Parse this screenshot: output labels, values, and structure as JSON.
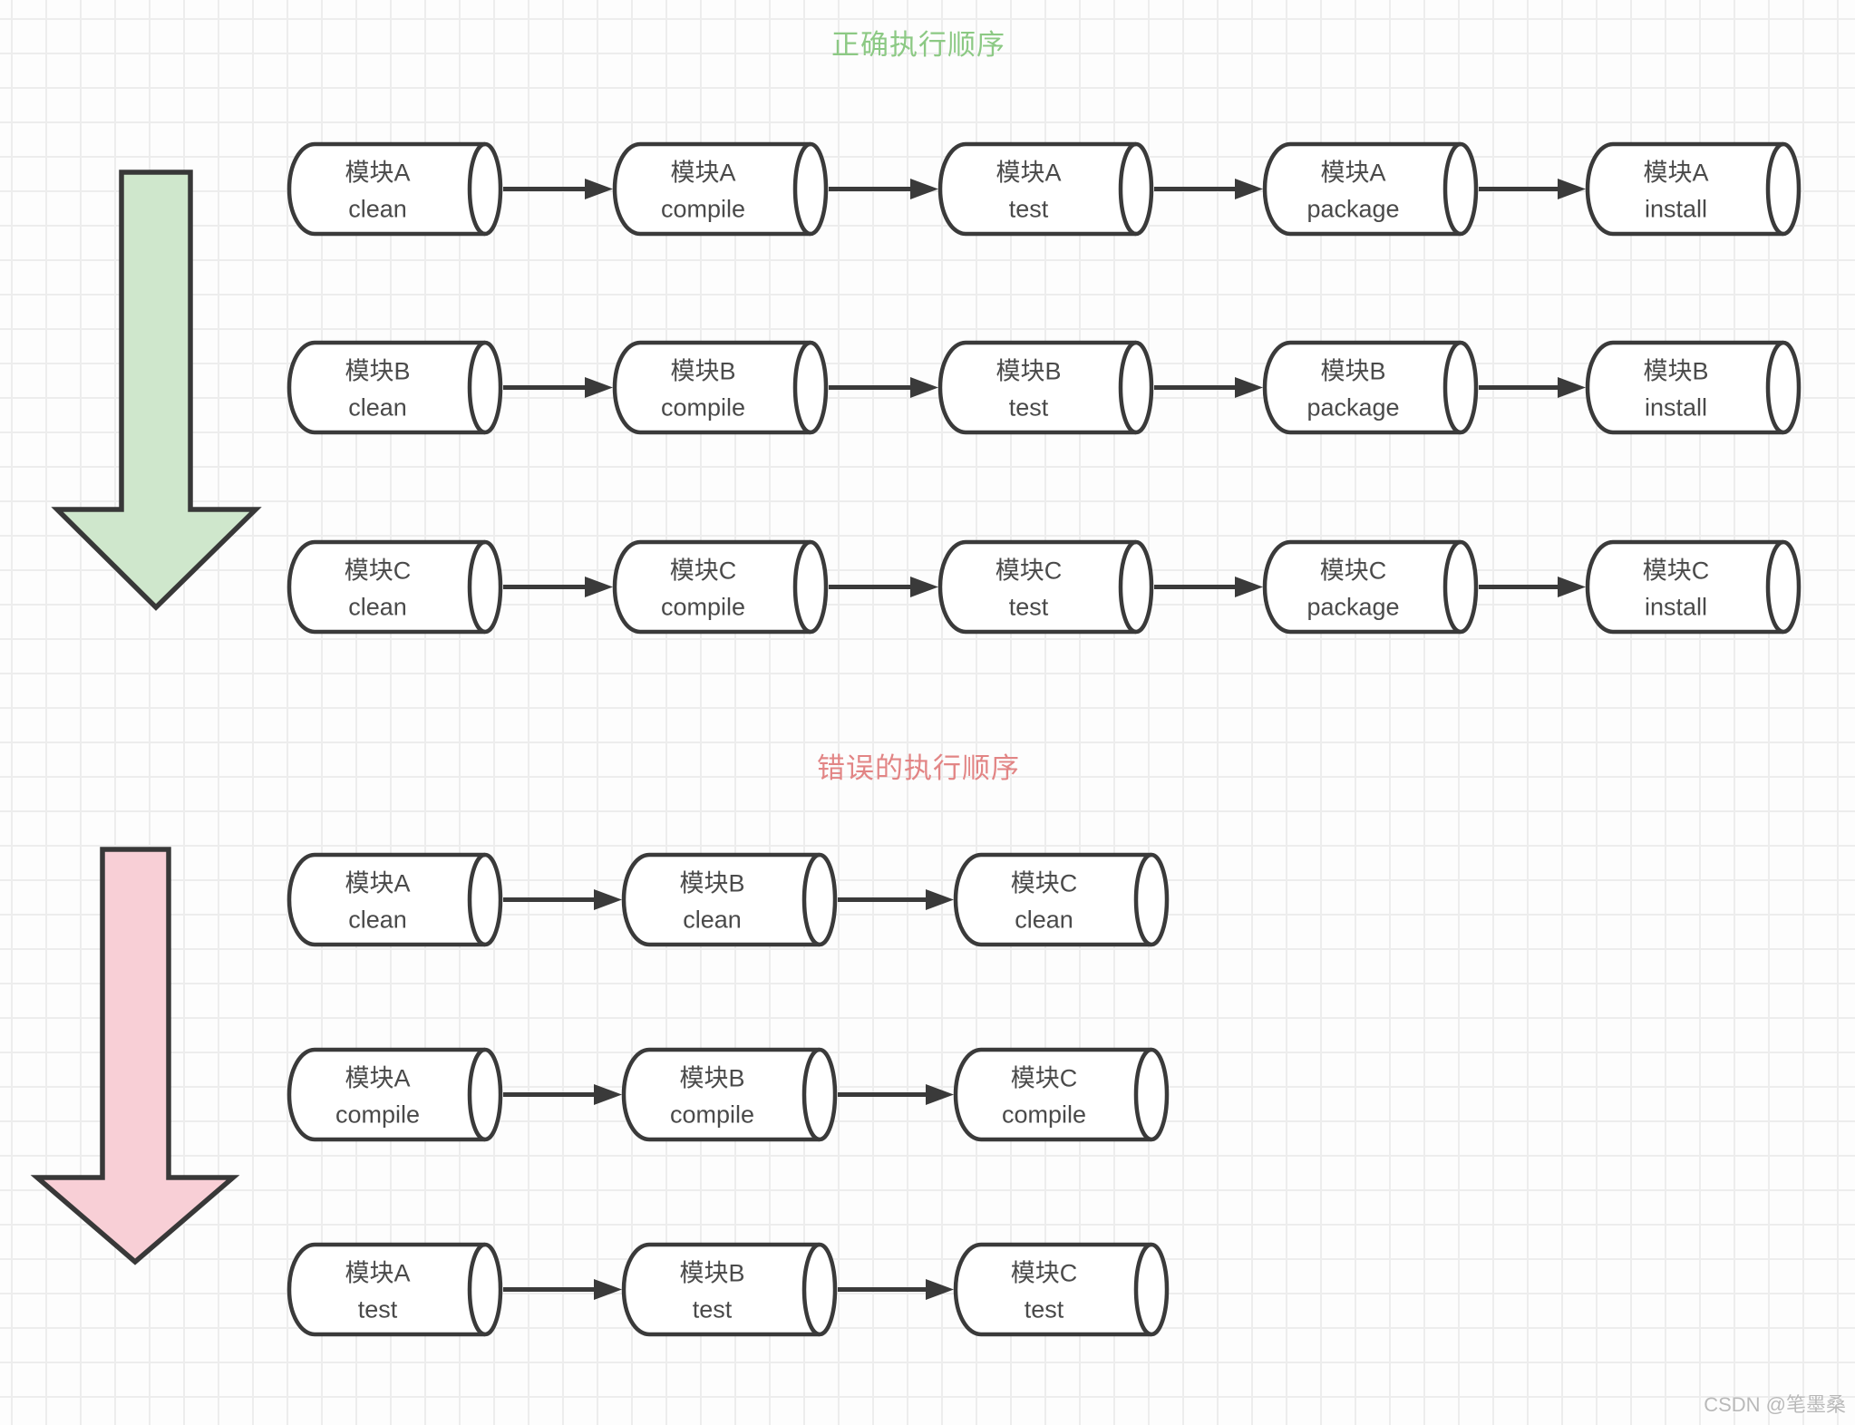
{
  "page": {
    "watermark": "CSDN @笔墨桑"
  },
  "colors": {
    "node_stroke": "#3a3a3a",
    "node_fill": "#ffffff",
    "label_text": "#4a4a4a",
    "connector": "#3a3a3a",
    "big_arrow_stroke": "#383838",
    "correct_title": "#8cc984",
    "wrong_title": "#e28585",
    "correct_arrow_fill": "#cfe7cc",
    "wrong_arrow_fill": "#f8cfd6",
    "watermark_text": "#b9b9b9"
  },
  "sections": {
    "correct": {
      "title": "正确执行顺序",
      "rows": [
        [
          [
            "模块A",
            "clean"
          ],
          [
            "模块A",
            "compile"
          ],
          [
            "模块A",
            "test"
          ],
          [
            "模块A",
            "package"
          ],
          [
            "模块A",
            "install"
          ]
        ],
        [
          [
            "模块B",
            "clean"
          ],
          [
            "模块B",
            "compile"
          ],
          [
            "模块B",
            "test"
          ],
          [
            "模块B",
            "package"
          ],
          [
            "模块B",
            "install"
          ]
        ],
        [
          [
            "模块C",
            "clean"
          ],
          [
            "模块C",
            "compile"
          ],
          [
            "模块C",
            "test"
          ],
          [
            "模块C",
            "package"
          ],
          [
            "模块C",
            "install"
          ]
        ]
      ]
    },
    "wrong": {
      "title": "错误的执行顺序",
      "rows": [
        [
          [
            "模块A",
            "clean"
          ],
          [
            "模块B",
            "clean"
          ],
          [
            "模块C",
            "clean"
          ]
        ],
        [
          [
            "模块A",
            "compile"
          ],
          [
            "模块B",
            "compile"
          ],
          [
            "模块C",
            "compile"
          ]
        ],
        [
          [
            "模块A",
            "test"
          ],
          [
            "模块B",
            "test"
          ],
          [
            "模块C",
            "test"
          ]
        ]
      ]
    }
  }
}
